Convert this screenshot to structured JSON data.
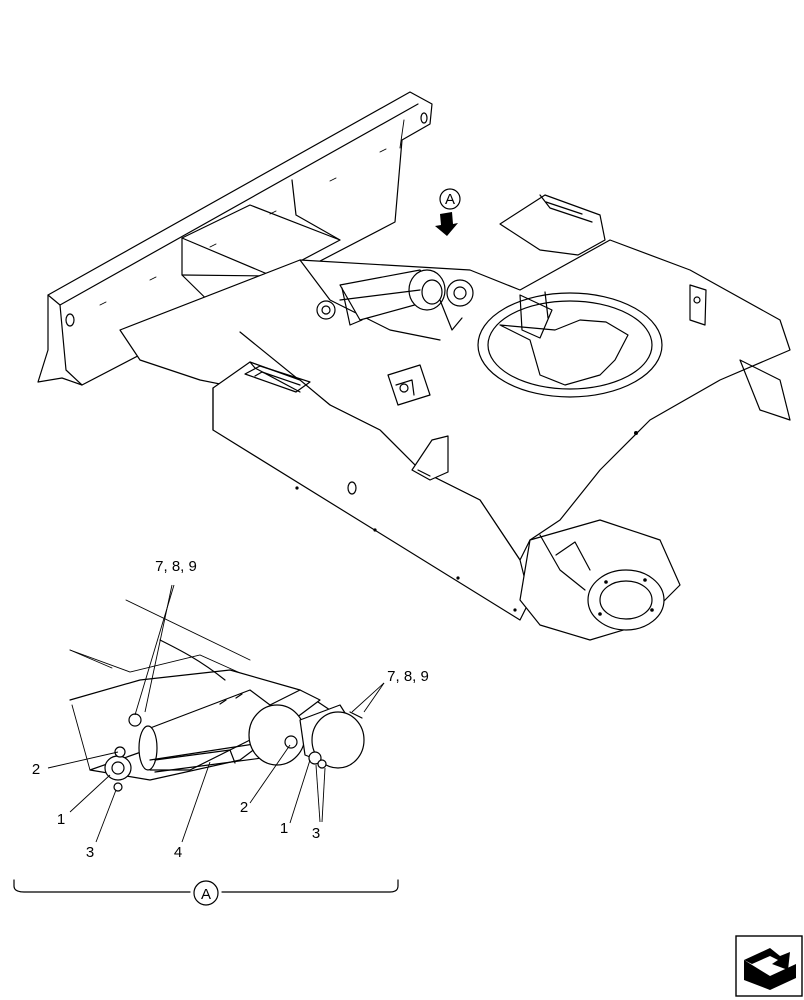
{
  "view_marker": "A",
  "callouts": {
    "detail_arrow_top": "A",
    "detail_bottom": "A"
  },
  "labels": {
    "ref_789_left": "7, 8, 9",
    "ref_789_right": "7, 8, 9",
    "ref_2_left": "2",
    "ref_1_left": "1",
    "ref_3_left": "3",
    "ref_4": "4",
    "ref_2_right": "2",
    "ref_1_right": "1",
    "ref_3_right": "3"
  },
  "icons": {
    "corner_nav": "next-page-arrow-icon"
  }
}
